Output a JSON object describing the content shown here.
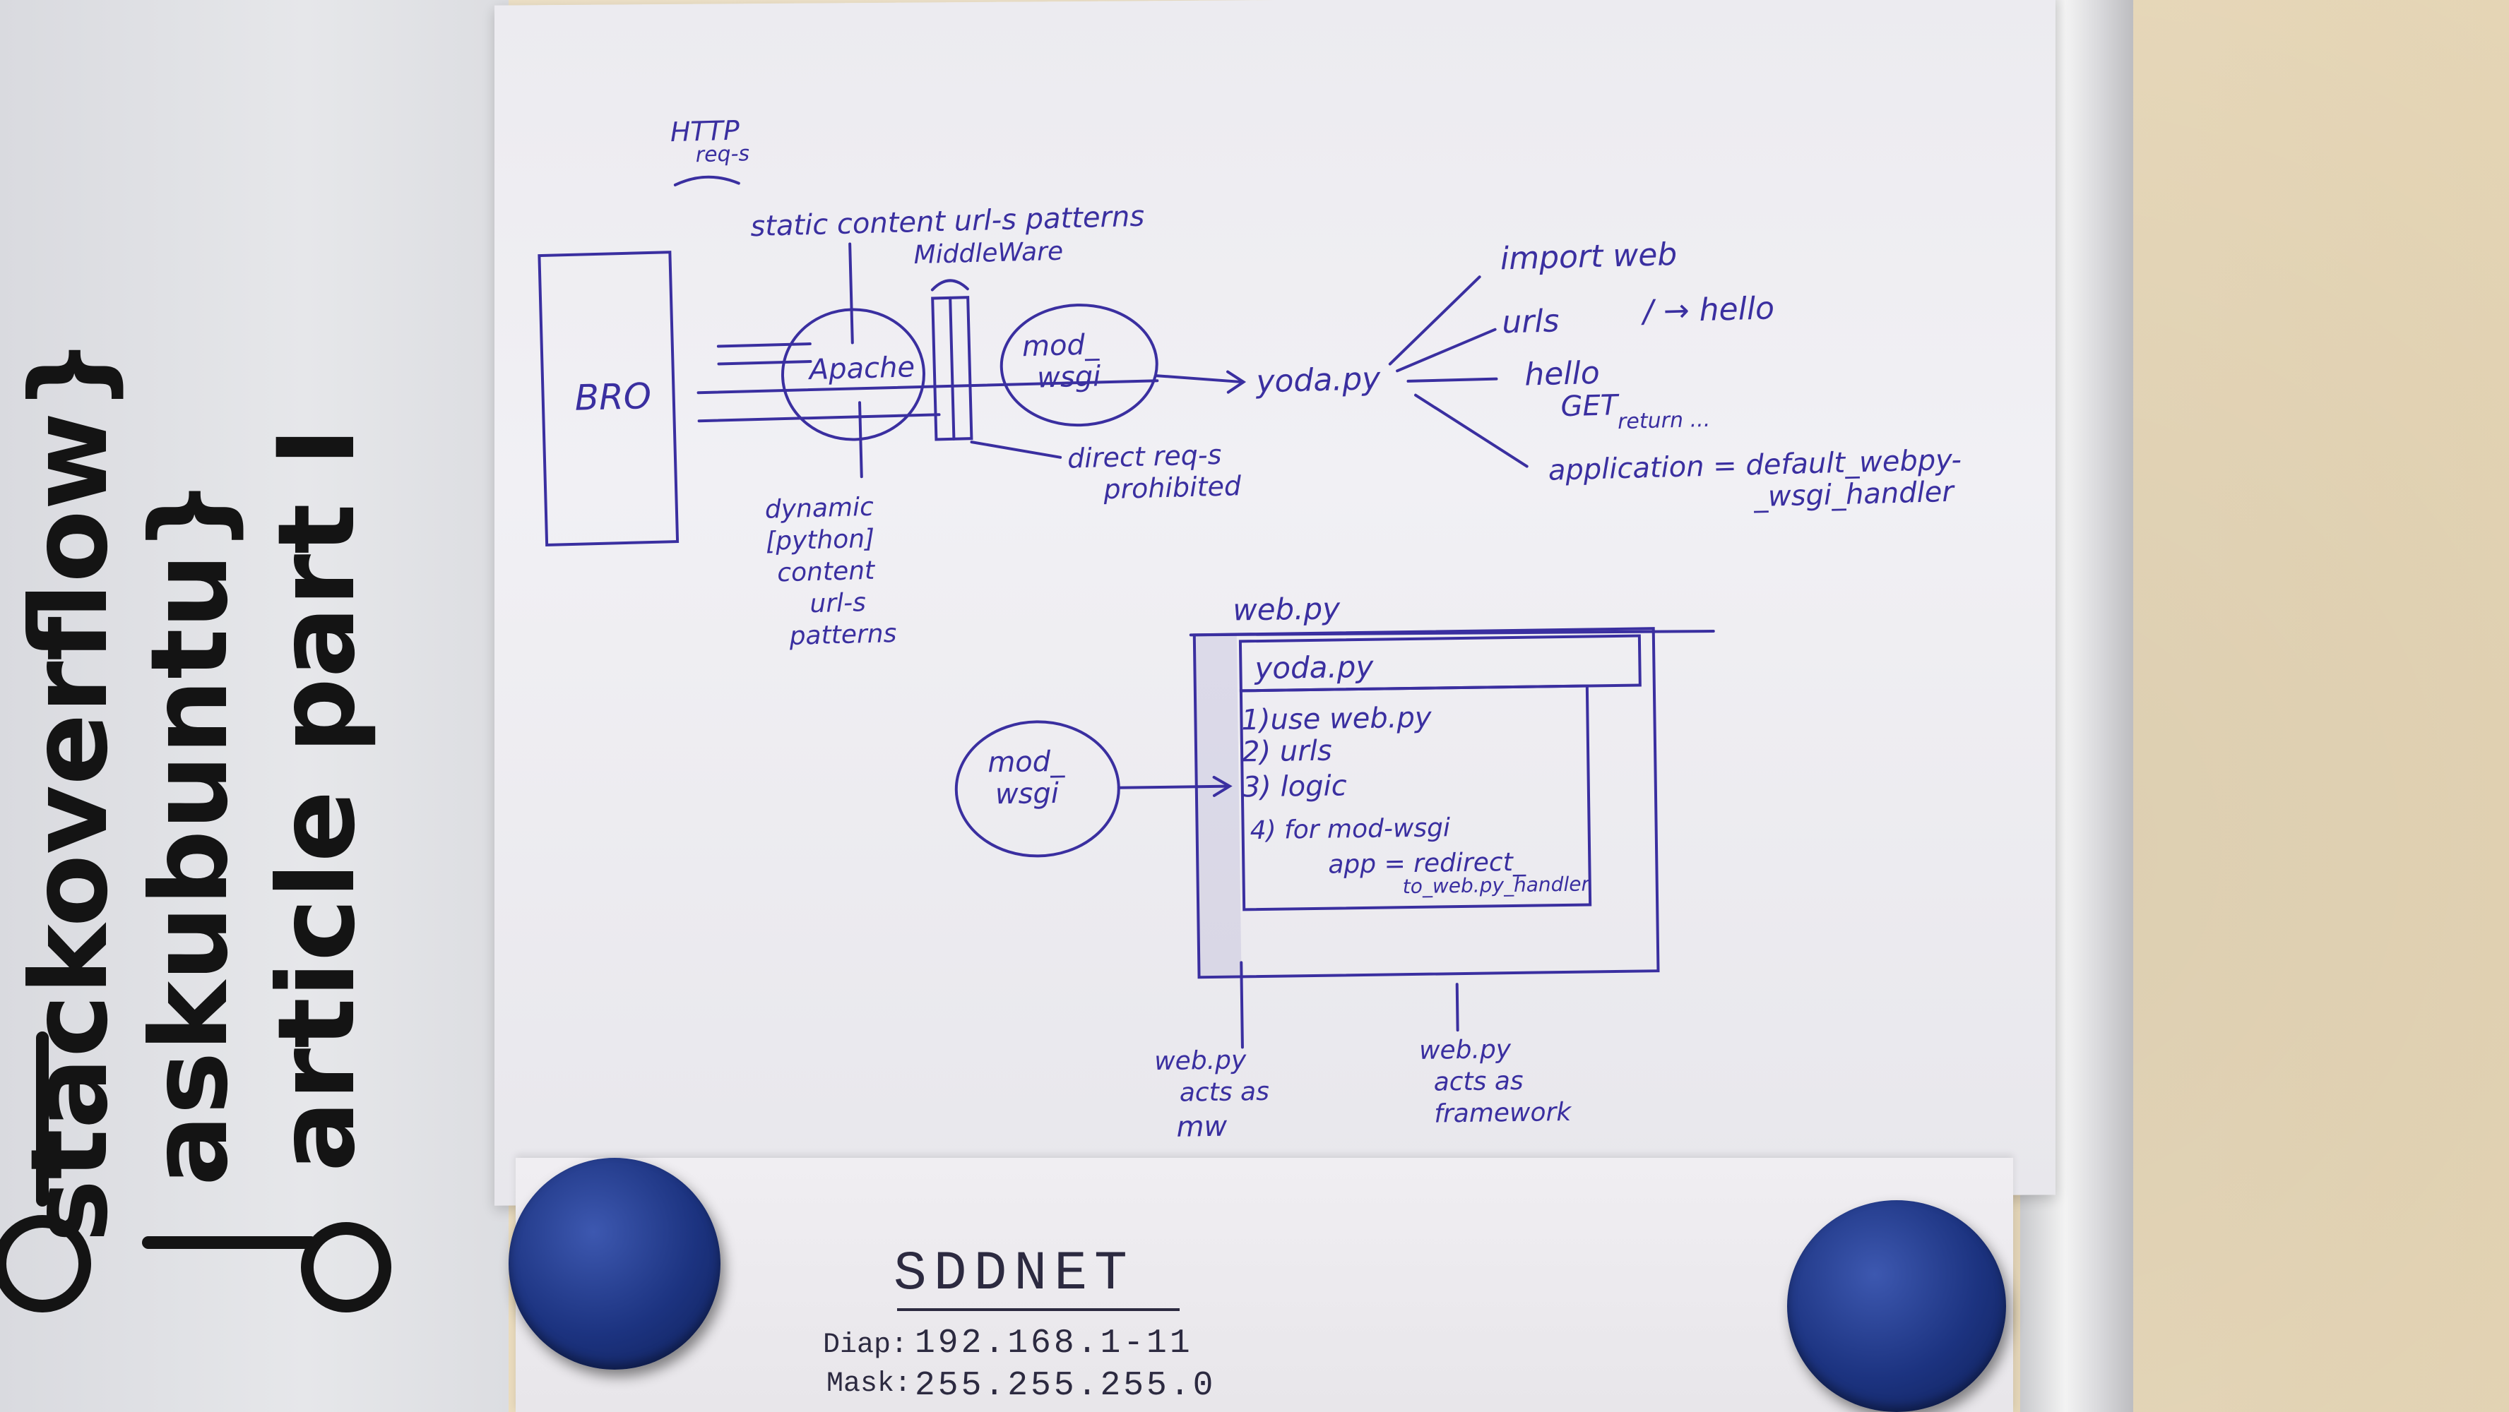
{
  "whiteboard_note": {
    "line1": "stackoverflow}",
    "line2": "askubuntu}",
    "line3": "article part I"
  },
  "diagram_top": {
    "http_label": "HTTP",
    "reqs_label": "req-s",
    "static_label": "static content url-s patterns",
    "middleware_label": "MiddleWare",
    "browser_label": "BRO",
    "apache_label": "Apache",
    "modwsgi_label1": "mod_",
    "modwsgi_label2": "wsgi",
    "yoda_label": "yoda.py",
    "direct_label1": "direct req-s",
    "direct_label2": "prohibited",
    "dynamic_label1": "dynamic",
    "dynamic_label2": "[python]",
    "dynamic_label3": "content",
    "dynamic_label4": "url-s",
    "dynamic_label5": "patterns",
    "import_label": "import web",
    "urls_label": "urls",
    "urls_map": "/ → hello",
    "hello_label": "hello",
    "get_label": "GET",
    "return_label": "return ...",
    "application_label1": "application = default_webpy-",
    "application_label2": "_wsgi_handler"
  },
  "diagram_bottom": {
    "webpy_title": "web.py",
    "yoda_box_label": "yoda.py",
    "step1": "1)use web.py",
    "step2": "2) urls",
    "step3": "3) logic",
    "step4": "4) for mod-wsgi",
    "step4b": "app = redirect_",
    "step4c": "to_web.py_handler",
    "modwsgi_label1": "mod_",
    "modwsgi_label2": "wsgi",
    "mw_note1": "web.py",
    "mw_note2": "acts as",
    "mw_note3": "mw",
    "fw_note1": "web.py",
    "fw_note2": "acts as",
    "fw_note3": "framework"
  },
  "lower_sheet": {
    "title": "SDDNET",
    "diap_label": "Diap:",
    "diap_value": "192.168.1-11",
    "mask_label": "Mask:",
    "mask_value": "255.255.255.0"
  },
  "colors": {
    "ink": "#3a2fa0",
    "marker": "#141414",
    "magnet": "#1c3380"
  }
}
